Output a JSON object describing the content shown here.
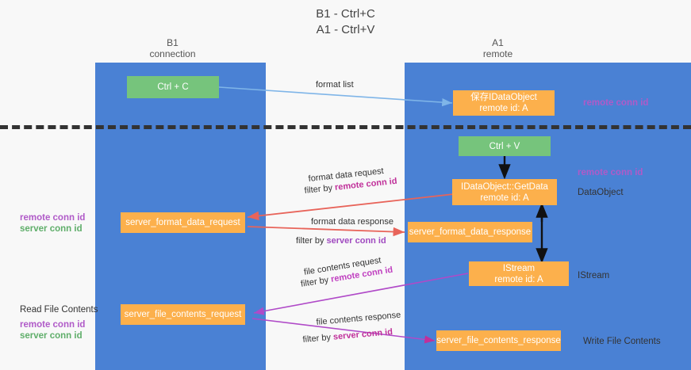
{
  "title": {
    "line1": "B1 - Ctrl+C",
    "line2": "A1 - Ctrl+V"
  },
  "columns": [
    {
      "name": "B1",
      "sub": "connection"
    },
    {
      "name": "A1",
      "sub": "remote"
    }
  ],
  "colors": {
    "lane": "#4a81d4",
    "green_box": "#76c47c",
    "orange_box": "#fcb04c",
    "divider": "#333333",
    "remote_conn_id": "#b05ac8",
    "server_conn_id": "#5fae6a",
    "format_list_arrow": "#7fb5e8",
    "black_arrow": "#111111",
    "red_arrow": "#e8645a",
    "purple_arrow": "#b04ac8",
    "magenta_arrow": "#c0309a"
  },
  "boxes": {
    "ctrl_c": {
      "label": "Ctrl + C"
    },
    "save_idataobject": {
      "line1": "保存IDataObject",
      "line2": "remote id: A"
    },
    "ctrl_v": {
      "label": "Ctrl + V"
    },
    "getdata": {
      "line1": "IDataObject::GetData",
      "line2": "remote id: A"
    },
    "server_format_data_request": {
      "label": "server_format_data_request"
    },
    "server_format_data_response": {
      "label": "server_format_data_response"
    },
    "istream": {
      "line1": "IStream",
      "line2": "remote id: A"
    },
    "server_file_contents_request": {
      "label": "server_file_contents_request"
    },
    "server_file_contents_response": {
      "label": "server_file_contents_response"
    }
  },
  "edge_labels": {
    "format_list": "format list",
    "format_data_request": "format data request",
    "format_data_request_filter_prefix": "filter by ",
    "format_data_request_filter_key": "remote conn id",
    "format_data_response": "format data response",
    "format_data_response_filter_prefix": "filter by ",
    "format_data_response_filter_key": "server conn id",
    "file_contents_request": "file contents request",
    "file_contents_request_filter_prefix": "filter by ",
    "file_contents_request_filter_key": "remote conn id",
    "file_contents_response": "file contents response",
    "file_contents_response_filter_prefix": "filter by ",
    "file_contents_response_filter_key": "server conn id"
  },
  "annotations": {
    "right_remote_conn_id_top": "remote conn id",
    "right_remote_conn_id_mid": "remote conn id",
    "right_dataobject": "DataObject",
    "right_istream": "IStream",
    "right_write_file_contents": "Write File Contents",
    "left_remote_conn_id_mid": "remote conn id",
    "left_server_conn_id_mid": "server conn id",
    "left_read_file_contents": "Read File Contents",
    "left_remote_conn_id_bottom": "remote conn id",
    "left_server_conn_id_bottom": "server conn id"
  }
}
